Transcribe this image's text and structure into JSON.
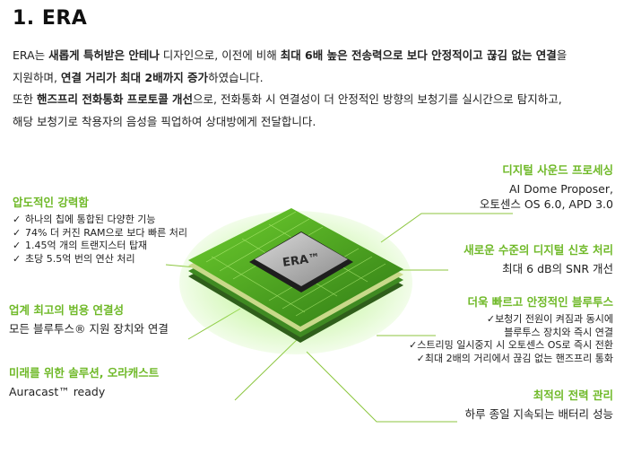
{
  "title": "1. ERA",
  "intro": {
    "line1": [
      {
        "t": "ERA는 ",
        "b": false
      },
      {
        "t": "새롭게 특허받은 안테나",
        "b": true
      },
      {
        "t": " 디자인으로, 이전에 비해 ",
        "b": false
      },
      {
        "t": "최대 6배 높은 전송력으로 보다 안정적이고 끊김 없는 연결",
        "b": true
      },
      {
        "t": "을",
        "b": false
      }
    ],
    "line2": [
      {
        "t": "지원하며, ",
        "b": false
      },
      {
        "t": "연결 거리가 최대 2배까지 증가",
        "b": true
      },
      {
        "t": "하였습니다.",
        "b": false
      }
    ],
    "line3": [
      {
        "t": "또한 ",
        "b": false
      },
      {
        "t": "핸즈프리 전화통화 프로토콜 개선",
        "b": true
      },
      {
        "t": "으로, 전화통화 시 연결성이 더 안정적인 방향의 보청기를 실시간으로 탐지하고,",
        "b": false
      }
    ],
    "line4": [
      {
        "t": "해당 보청기로 착용자의 음성을 픽업하여 상대방에게 전달합니다.",
        "b": false
      }
    ]
  },
  "chip_label": "ERA™",
  "colors": {
    "accent": "#6fb928",
    "line": "#8cc63f",
    "board": "#3d8f1f"
  },
  "left_features": {
    "power": {
      "heading": "압도적인 강력함",
      "items": [
        "하나의 칩에 통합된 다양한 기능",
        "74% 더 커진 RAM으로 보다 빠른 처리",
        "1.45억 개의 트랜지스터 탑재",
        "초당 5.5억 번의 연산 처리"
      ]
    },
    "connectivity": {
      "heading": "업계 최고의 범용 연결성",
      "desc": "모든 블루투스® 지원 장치와 연결"
    },
    "auracast": {
      "heading": "미래를 위한 솔루션, 오라캐스트",
      "desc": "Auracast™ ready"
    }
  },
  "right_features": {
    "digital_sound": {
      "heading": "디지털 사운드 프로세싱",
      "desc1": "AI Dome Proposer,",
      "desc2": "오토센스 OS 6.0, APD 3.0"
    },
    "signal": {
      "heading": "새로운 수준의 디지털 신호 처리",
      "desc": "최대 6 dB의 SNR 개선"
    },
    "bluetooth": {
      "heading": "더욱 빠르고 안정적인 블루투스",
      "items": [
        "보청기 전원이 켜짐과 동시에",
        "블루투스 장치와 즉시 연결",
        "스트리밍 일시중지 시 오토센스 OS로 즉시 전환",
        "최대 2배의 거리에서 끊김 없는 핸즈프리 통화"
      ]
    },
    "power_mgmt": {
      "heading": "최적의 전력 관리",
      "desc": "하루 종일 지속되는 배터리 성능"
    }
  }
}
